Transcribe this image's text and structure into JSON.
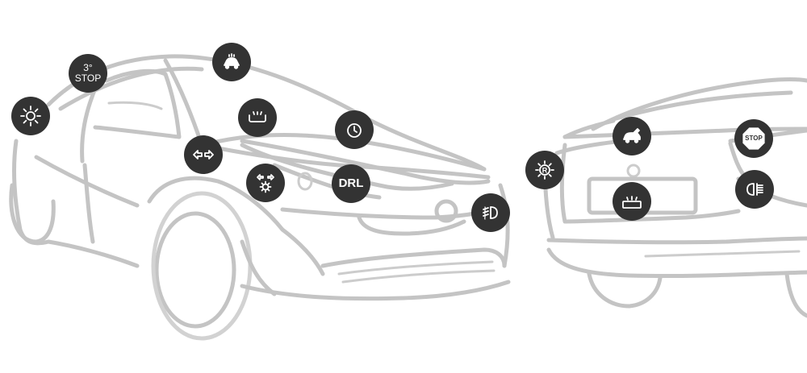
{
  "labels": {
    "third_stop": [
      "3°",
      "STOP"
    ],
    "drl": "DRL",
    "stop_sign": "STOP"
  },
  "icons": [
    "headlight-high-beam-icon",
    "third-brake-light-icon",
    "roof-lamp-icon",
    "interior-light-icon",
    "clock-icon",
    "turn-indicator-icon",
    "turn-headlight-icon",
    "drl-icon",
    "front-fog-light-icon",
    "reverse-light-icon",
    "trunk-light-icon",
    "license-plate-light-icon",
    "brake-light-icon",
    "rear-fog-light-icon"
  ],
  "colors": {
    "badge": "#333333",
    "car_outline": "#c4c4c4",
    "background": "#ffffff"
  }
}
